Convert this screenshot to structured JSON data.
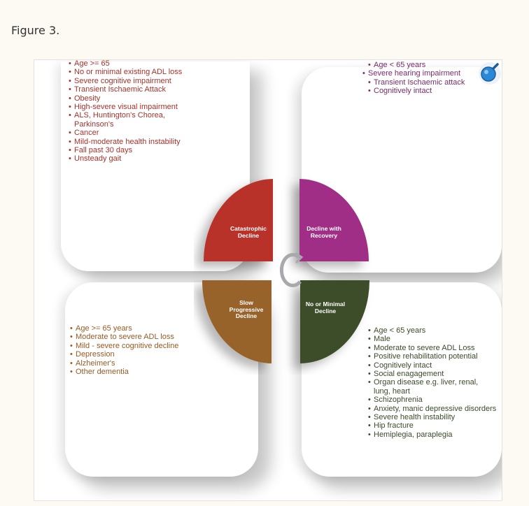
{
  "figure_title": "Figure 3.",
  "colors": {
    "catastrophic": "#b83129",
    "recovery": "#a02f87",
    "slow": "#98642c",
    "minimal": "#3e4e2a"
  },
  "quadrants": {
    "catastrophic": {
      "label_1": "Catastrophic",
      "label_2": "Decline"
    },
    "recovery": {
      "label_1": "Decline with",
      "label_2": "Recovery"
    },
    "slow": {
      "label_1": "Slow",
      "label_2": "Progressive",
      "label_3": "Decline"
    },
    "minimal": {
      "label_1": "No or Minimal",
      "label_2": "Decline"
    }
  },
  "top_left_items": [
    "Age >= 65",
    "No or minimal existing ADL loss",
    "Severe cognitive impairment",
    "Transient Ischaemic Attack",
    "Obesity",
    "High-severe visual impairment",
    "ALS, Huntington's Chorea, Parkinson's",
    "Cancer",
    "Mild-moderate health instability",
    "Fall past 30 days",
    "Unsteady gait"
  ],
  "top_right_items": [
    "Age < 65 years",
    "Severe hearing impairment",
    "Transient Ischaemic attack",
    "Cognitively intact"
  ],
  "bottom_left_items": [
    "Age >= 65 years",
    "Moderate to severe ADL loss",
    "Mild - severe cognitive decline",
    "Depression",
    "Alzheimer's",
    "Other dementia"
  ],
  "bottom_right_items": [
    "Age < 65 years",
    "Male",
    "Moderate to severe ADL Loss",
    "Positive rehabilitation potential",
    "Cognitively intact",
    "Social enagagement",
    "Organ disease e.g. liver, renal, lung, heart",
    "Schizophrenia",
    "Anxiety, manic depressive disorders",
    "Severe health instability",
    "Hip fracture",
    "Hemiplegia, paraplegia"
  ]
}
